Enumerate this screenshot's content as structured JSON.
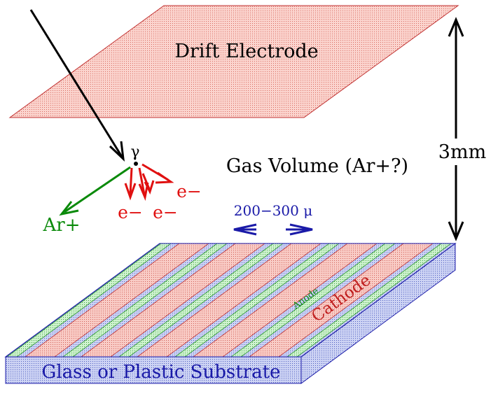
{
  "labels": {
    "drift_electrode": "Drift Electrode",
    "gamma": "γ",
    "gas_volume": "Gas Volume (Ar+?)",
    "height": "3mm",
    "ion": "Ar+",
    "electron_right": "e−",
    "electron_left": "e−",
    "electron_mid": "e−",
    "pitch": "200−300 μ",
    "anode": "Anode",
    "cathode": "Cathode",
    "substrate": "Glass or Plastic Substrate"
  },
  "colors": {
    "drift_fill": "#f4b4ac",
    "drift_stroke": "#c03030",
    "substrate_fill": "#b4bcec",
    "substrate_stroke": "#1a1aa8",
    "cathode_fill": "#f4b8b0",
    "anode_fill": "#b4eab4",
    "anode_stroke": "#2a9a2a",
    "electron": "#e01010",
    "ion": "#0a8a0a",
    "pitch": "#1a1aa8"
  }
}
